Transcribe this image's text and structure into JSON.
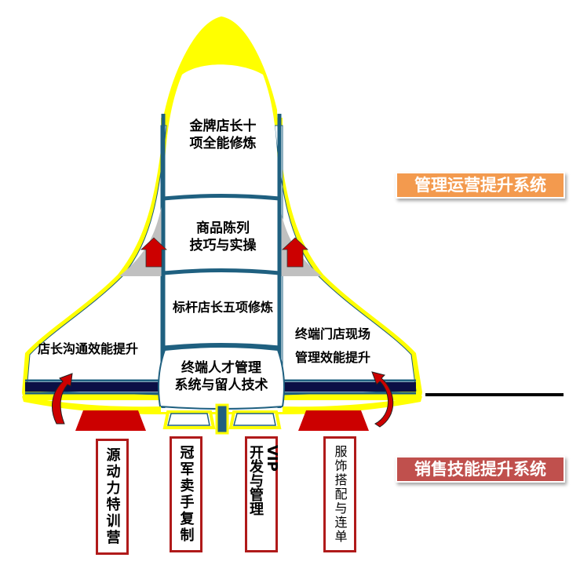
{
  "colors": {
    "nose_yellow": "#ffff00",
    "outline_blue": "#1f6080",
    "stripe_navy": "#0b0f45",
    "grey_fill": "#c0c0c0",
    "arrow_red": "#cc0000",
    "badge_orange": "#f39a4e",
    "badge_red": "#c0504d",
    "box_border_red": "#b01a1a"
  },
  "modules": {
    "top": "金牌店长十\n项全能修炼",
    "top_line1": "金牌店长十",
    "top_line2": "项全能修炼",
    "second_line1": "商品陈列",
    "second_line2": "技巧与实操",
    "third": "标杆店长五项修炼",
    "bottom_line1": "终端人才管理",
    "bottom_line2": "系统与留人技术"
  },
  "wings": {
    "left": "店长沟通效能提升",
    "right_line1": "终端门店现场",
    "right_line2": "管理效能提升"
  },
  "badges": {
    "management": "管理运营提升系统",
    "sales": "销售技能提升系统"
  },
  "boosters": [
    {
      "label": "源动力特训营"
    },
    {
      "label": "冠军卖手复制"
    },
    {
      "label_latin": "VIP",
      "label_cjk": "开发与管理"
    },
    {
      "label": "服饰搭配与连单"
    }
  ],
  "icons": {
    "arrow_up": "arrow-up-icon",
    "curved_arrow": "curved-arrow-icon"
  }
}
